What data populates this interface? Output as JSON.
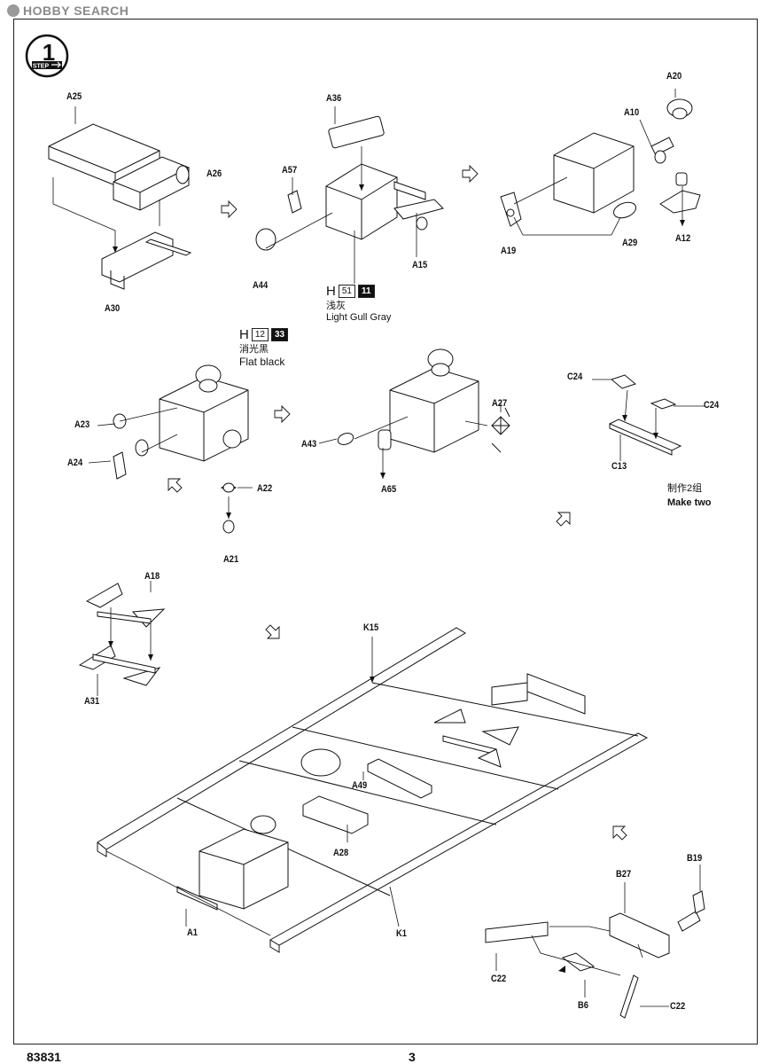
{
  "watermark": "HOBBY SEARCH",
  "step": {
    "number": "1",
    "word": "STEP"
  },
  "parts": {
    "A25": "A25",
    "A26": "A26",
    "A30": "A30",
    "A36": "A36",
    "A57": "A57",
    "A44": "A44",
    "A15": "A15",
    "A20": "A20",
    "A10": "A10",
    "A19": "A19",
    "A29": "A29",
    "A12": "A12",
    "A23": "A23",
    "A24": "A24",
    "A22": "A22",
    "A21": "A21",
    "A43": "A43",
    "A65": "A65",
    "A27": "A27",
    "C24a": "C24",
    "C24b": "C24",
    "C13": "C13",
    "A18": "A18",
    "A31": "A31",
    "K15": "K15",
    "A49": "A49",
    "A28": "A28",
    "A1": "A1",
    "K1": "K1",
    "B19": "B19",
    "B27": "B27",
    "C22a": "C22",
    "C22b": "C22",
    "B6": "B6"
  },
  "paint1": {
    "letter": "H",
    "num": "51",
    "num_dark": "11",
    "cn": "浅灰",
    "en": "Light Gull Gray"
  },
  "paint2": {
    "letter": "H",
    "num": "12",
    "num_dark": "33",
    "cn": "消光黑",
    "en": "Flat black"
  },
  "make_two": {
    "cn": "制作2组",
    "en": "Make two"
  },
  "footer": {
    "code": "83831",
    "page": "3"
  }
}
